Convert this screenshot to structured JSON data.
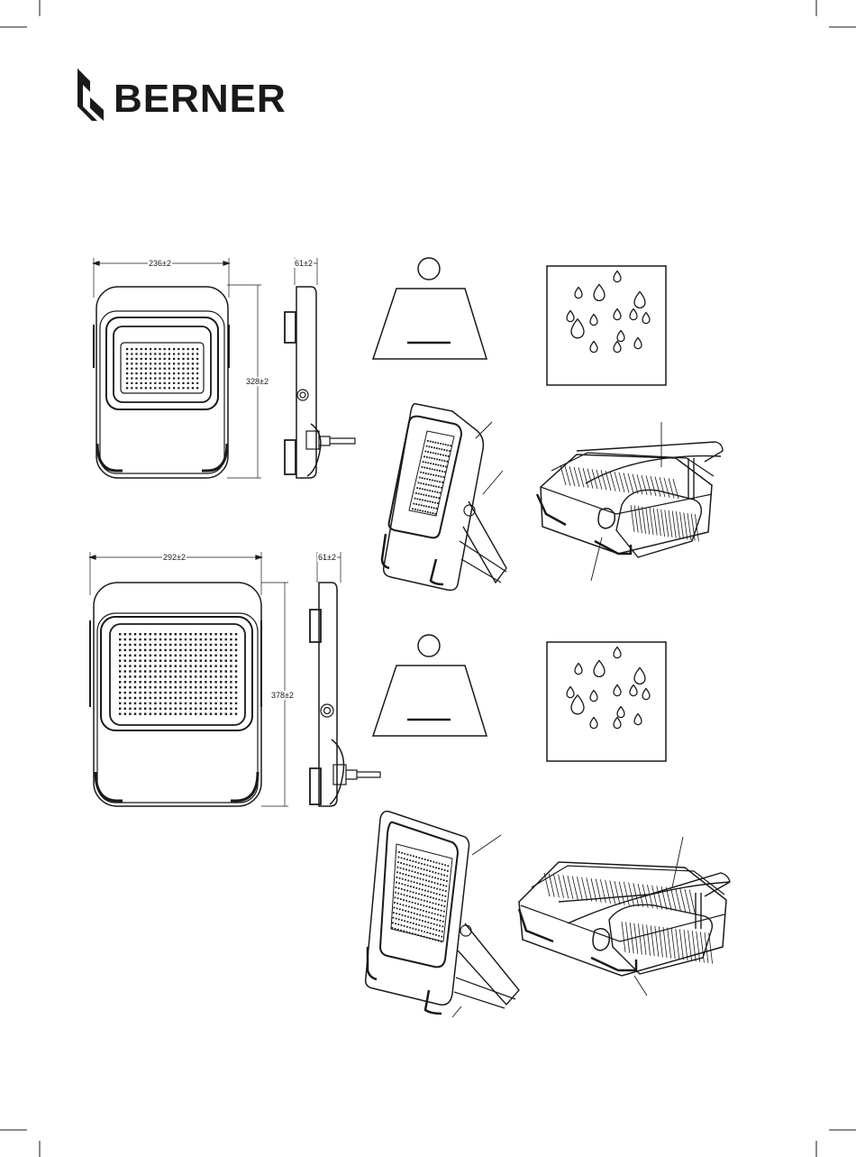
{
  "brand": {
    "name": "BERNER",
    "logo_icon": "berner-logo-icon"
  },
  "light_small": {
    "width_label": "236±2",
    "height_label": "328±2",
    "depth_label": "61±2"
  },
  "light_large": {
    "width_label": "292±2",
    "height_label": "378±2",
    "depth_label": "61±2"
  },
  "icons": {
    "weight": "weight-icon",
    "rain": "rain-drops-icon"
  }
}
